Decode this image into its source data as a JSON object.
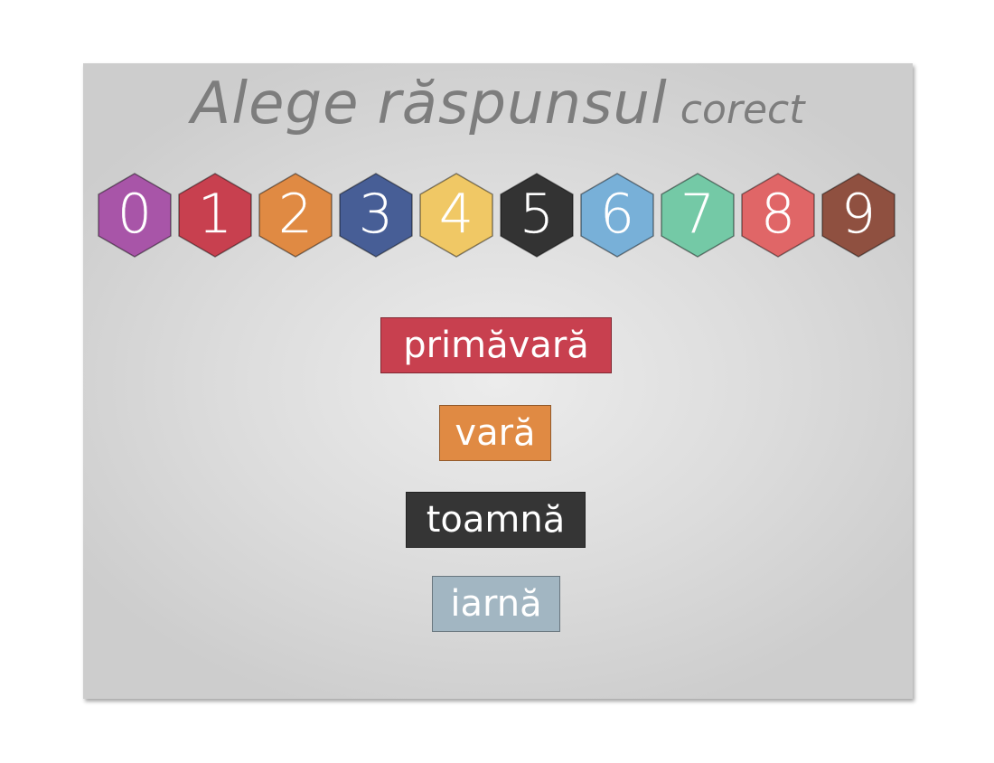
{
  "title": {
    "part1": "Alege",
    "part2": "răspunsul",
    "part3": "corect"
  },
  "number_hexagons": [
    {
      "label": "0",
      "color": "#a855a8"
    },
    {
      "label": "1",
      "color": "#c8404f"
    },
    {
      "label": "2",
      "color": "#e08a43"
    },
    {
      "label": "3",
      "color": "#475e96"
    },
    {
      "label": "4",
      "color": "#f0c865"
    },
    {
      "label": "5",
      "color": "#333333"
    },
    {
      "label": "6",
      "color": "#78b0d8"
    },
    {
      "label": "7",
      "color": "#74c9a6"
    },
    {
      "label": "8",
      "color": "#e06667"
    },
    {
      "label": "9",
      "color": "#8f5040"
    }
  ],
  "answers": [
    {
      "label": "primăvară",
      "color": "#c8404f"
    },
    {
      "label": "vară",
      "color": "#e08a43"
    },
    {
      "label": "toamnă",
      "color": "#353535"
    },
    {
      "label": "iarnă",
      "color": "#a2b6c2"
    }
  ]
}
